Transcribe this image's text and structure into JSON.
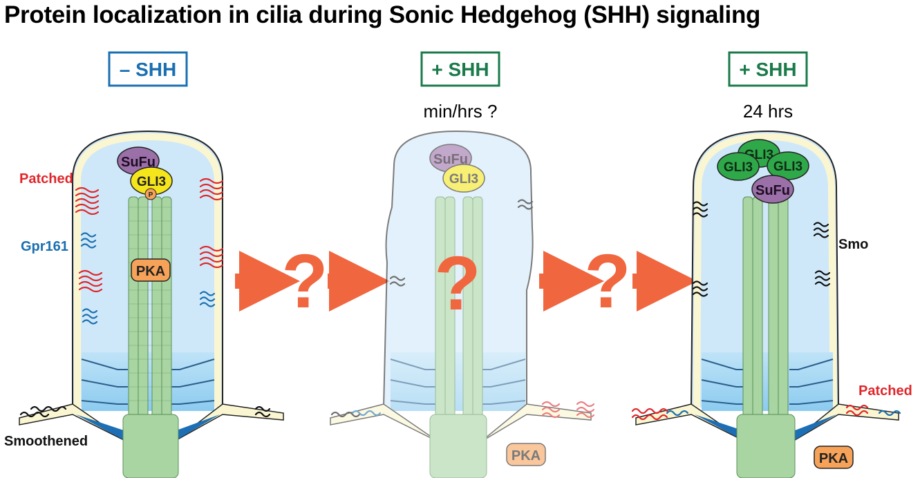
{
  "title": "Protein localization in cilia during Sonic Hedgehog (SHH) signaling",
  "panels": [
    {
      "condition": "– SHH",
      "time": "",
      "condition_color": "#1a6fb0"
    },
    {
      "condition": "+ SHH",
      "time": "min/hrs ?",
      "condition_color": "#1a7a4a"
    },
    {
      "condition": "+ SHH",
      "time": "24 hrs",
      "condition_color": "#1a7a4a"
    }
  ],
  "labels": {
    "patched": "Patched",
    "gpr161": "Gpr161",
    "smoothened": "Smoothened",
    "smo": "Smo",
    "patched_right": "Patched"
  },
  "proteins": {
    "sufu": "SuFu",
    "gli3": "GLI3",
    "pka": "PKA",
    "phospho": "P"
  },
  "transition": {
    "mark": "?"
  },
  "colors": {
    "patched": "#e0262a",
    "gpr161": "#1a6fb0",
    "smoothened": "#111111",
    "arrow": "#f0663f",
    "cilium_fill": "#d6ecfa",
    "membrane": "#fbf6d2",
    "sufu": "#9b6fa8",
    "gli3_inactive": "#f5e51b",
    "gli3_active": "#2fa84a",
    "pka": "#f6a259",
    "tubule": "#a8d5a2"
  }
}
